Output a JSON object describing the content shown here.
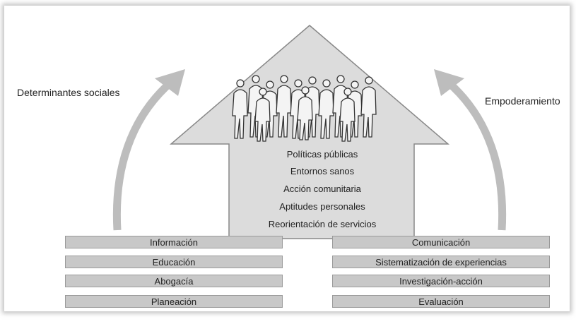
{
  "labels": {
    "left_arrow": "Determinantes sociales",
    "right_arrow": "Empoderamiento"
  },
  "house_items": [
    "Políticas públicas",
    "Entornos sanos",
    "Acción comunitaria",
    "Aptitudes personales",
    "Reorientación de servicios"
  ],
  "left_boxes": [
    "Información",
    "Educación",
    "Abogacía",
    "Planeación"
  ],
  "right_boxes": [
    "Comunicación",
    "Sistematización de experiencias",
    "Investigación-acción",
    "Evaluación"
  ],
  "colors": {
    "house_fill": "#dcdcdc",
    "house_stroke": "#888888",
    "arrow_fill": "#bdbdbd",
    "box_fill": "#c8c8c8"
  },
  "icons": {
    "people": "crowd-of-people-outline"
  }
}
